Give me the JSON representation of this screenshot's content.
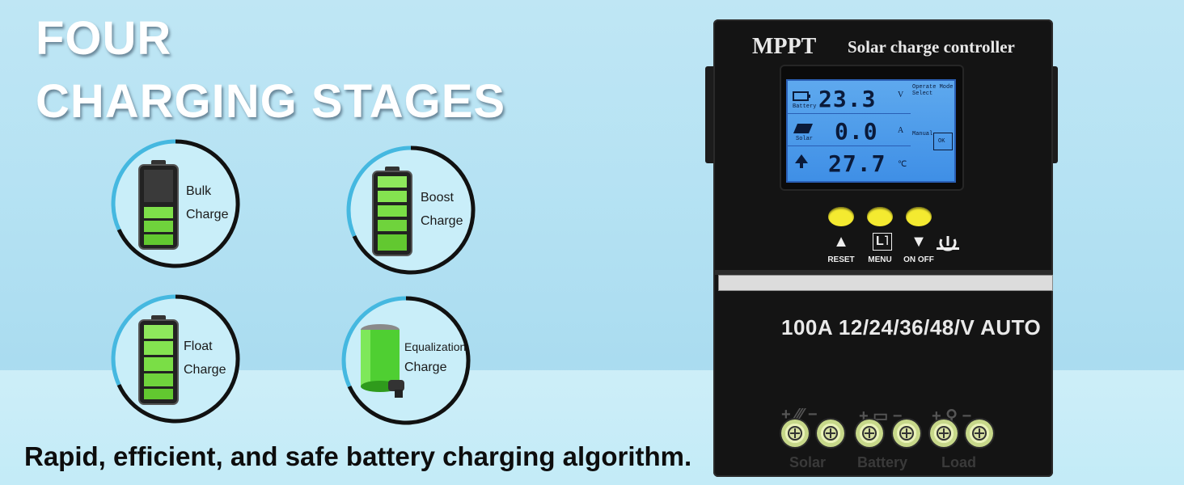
{
  "headline": {
    "line1": "FOUR",
    "line2": "CHARGING STAGES"
  },
  "stages": [
    {
      "line1": "Bulk",
      "line2": "Charge",
      "fill_segments": 3
    },
    {
      "line1": "Boost",
      "line2": "Charge",
      "fill_segments": 5
    },
    {
      "line1": "Float",
      "line2": "Charge",
      "fill_segments": 5
    },
    {
      "line1": "Equalization",
      "line2": "Charge",
      "fill_segments": 1
    }
  ],
  "tagline": "Rapid, efficient, and safe battery charging algorithm.",
  "controller": {
    "brand": "MPPT",
    "subtitle": "Solar charge controller",
    "lcd": {
      "voltage": "23.3",
      "voltage_unit": "V",
      "battery_label": "Battery",
      "current": "0.0",
      "current_unit": "A",
      "solar_label": "Solar",
      "temperature": "27.7",
      "temperature_unit": "℃",
      "mode_label_1": "Operate Mode",
      "mode_label_2": "Select",
      "manual_label": "Manual",
      "ok_label": "OK"
    },
    "buttons": [
      {
        "label": "RESET",
        "icon": "up-arrow-icon",
        "glyph": "▲"
      },
      {
        "label": "MENU",
        "icon": "menu-icon",
        "glyph": "L˥"
      },
      {
        "label": "ON OFF",
        "icon": "down-arrow-icon",
        "glyph": "▼"
      }
    ],
    "rating": "100A 12/24/36/48/V AUTO",
    "terminals": {
      "solar": "Solar",
      "battery": "Battery",
      "load": "Load"
    },
    "accent_button_color": "#f4ea30",
    "lcd_color": "#4f9ceb"
  }
}
